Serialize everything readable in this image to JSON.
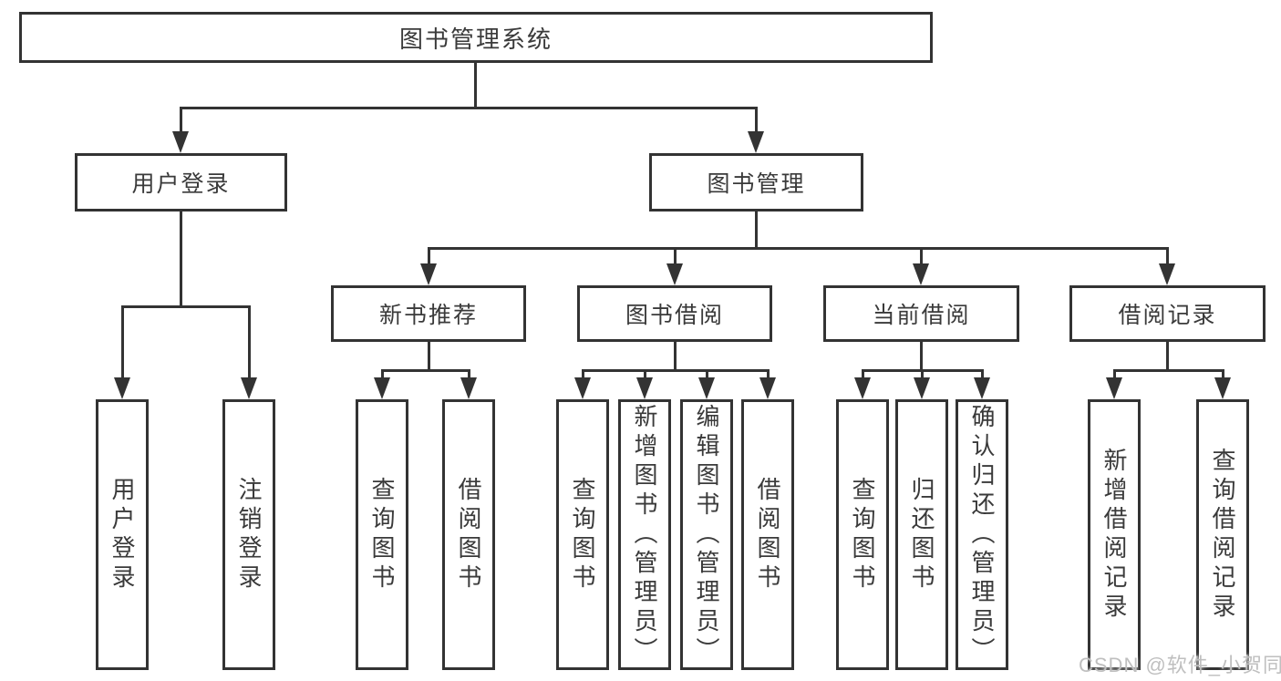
{
  "diagram": {
    "type": "tree",
    "root": {
      "label": "图书管理系统",
      "children": [
        {
          "label": "用户登录",
          "children": [
            {
              "label": "用户登录"
            },
            {
              "label": "注销登录"
            }
          ]
        },
        {
          "label": "图书管理",
          "children": [
            {
              "label": "新书推荐",
              "children": [
                {
                  "label": "查询图书"
                },
                {
                  "label": "借阅图书"
                }
              ]
            },
            {
              "label": "图书借阅",
              "children": [
                {
                  "label": "查询图书"
                },
                {
                  "label": "新增图书（管理员）"
                },
                {
                  "label": "编辑图书（管理员）"
                },
                {
                  "label": "借阅图书"
                }
              ]
            },
            {
              "label": "当前借阅",
              "children": [
                {
                  "label": "查询图书"
                },
                {
                  "label": "归还图书"
                },
                {
                  "label": "确认归还（管理员）"
                }
              ]
            },
            {
              "label": "借阅记录",
              "children": [
                {
                  "label": "新增借阅记录"
                },
                {
                  "label": "查询借阅记录"
                }
              ]
            }
          ]
        }
      ]
    }
  },
  "watermark": "CSDN @软件_小贺同学",
  "colors": {
    "line": "#333333",
    "text": "#3a3a3a",
    "background": "#ffffff",
    "watermark": "#bfbfbf"
  }
}
